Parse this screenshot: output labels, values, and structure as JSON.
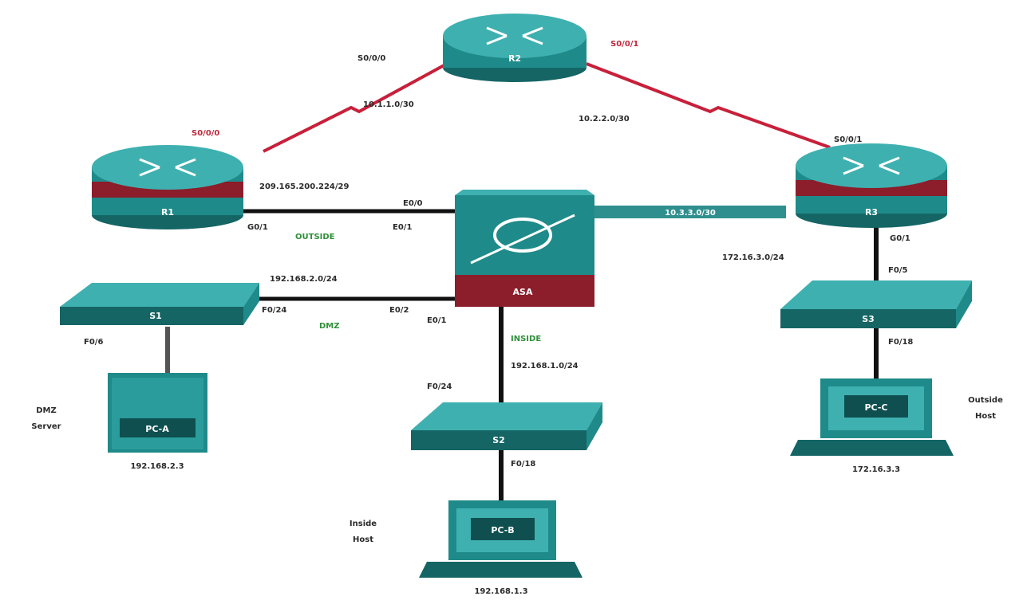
{
  "diagram": {
    "colors": {
      "device": "#1f8a8a",
      "device_dark": "#156565",
      "device_light": "#3fb0b0",
      "asa_band": "#8c1d2a",
      "serial_link": "#c8203a",
      "ethernet_link": "#111111",
      "banner": "#2f8f8f"
    },
    "devices": {
      "r1": {
        "name": "R1",
        "icon": "router-icon"
      },
      "r2": {
        "name": "R2",
        "icon": "router-icon"
      },
      "r3": {
        "name": "R3",
        "icon": "router-icon"
      },
      "asa": {
        "name": "ASA",
        "icon": "firewall-icon"
      },
      "s1": {
        "name": "S1",
        "icon": "switch-icon"
      },
      "s2": {
        "name": "S2",
        "icon": "switch-icon"
      },
      "s3": {
        "name": "S3",
        "icon": "switch-icon"
      },
      "pc_a": {
        "name": "PC-A",
        "icon": "server-icon"
      },
      "pc_b": {
        "name": "PC-B",
        "icon": "laptop-icon"
      },
      "pc_c": {
        "name": "PC-C",
        "icon": "laptop-icon"
      }
    },
    "labels": {
      "r2_s000": "S0/0/0",
      "r2_s001": "S0/0/1",
      "r1_s000": "S0/0/0",
      "r3_s001": "S0/0/1",
      "net_r1_r2": "10.1.1.0/30",
      "net_r2_r3": "10.2.2.0/30",
      "r1_inside_net": "209.165.200.224/29",
      "r1_g01": "G0/1",
      "asa_e00": "E0/0",
      "asa_outside": "OUTSIDE",
      "asa_dmz_net": "192.168.2.0/24",
      "asa_e01": "E0/1",
      "asa_e02": "E0/2",
      "s1_f024": "F0/24",
      "asa_dmz": "DMZ",
      "s1_f06": "F0/6",
      "pc_a_label_1": "DMZ",
      "pc_a_label_2": "Server",
      "pc_a_ip": "192.168.2.3",
      "asa_inside": "INSIDE",
      "inside_net": "192.168.1.0/24",
      "s2_f024": "F0/24",
      "s2_f018": "F0/18",
      "pc_b_label_1": "Inside",
      "pc_b_label_2": "Host",
      "pc_b_ip": "192.168.1.3",
      "r3_g01": "G0/1",
      "r3_net": "172.16.3.0/24",
      "s3_f05": "F0/5",
      "s3_f018": "F0/18",
      "pc_c_label_1": "Outside",
      "pc_c_label_2": "Host",
      "pc_c_ip": "172.16.3.3",
      "asa_r3_banner": "10.3.3.0/30"
    }
  }
}
